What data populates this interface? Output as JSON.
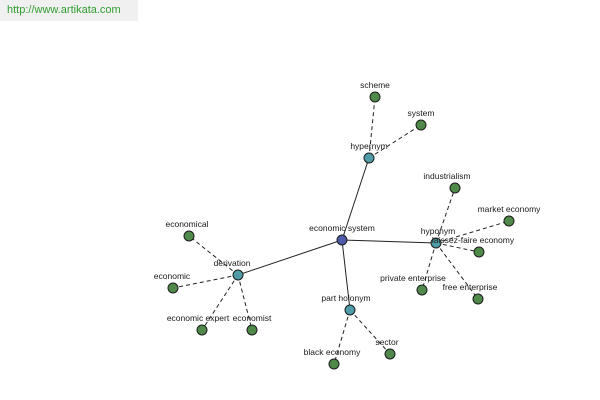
{
  "header": {
    "url": "http://www.artikata.com"
  },
  "colors": {
    "center": "#4d5aa8",
    "relation": "#4f9ca8",
    "leaf": "#4f8a4a",
    "url_text": "#2f9e2f",
    "url_bg": "#f0f0f0"
  },
  "graph": {
    "center": "economic system",
    "relations": [
      {
        "label": "hypernym",
        "terms": [
          "scheme",
          "system"
        ]
      },
      {
        "label": "hyponym",
        "terms": [
          "industrialism",
          "market economy",
          "laissez-faire economy",
          "private enterprise",
          "free enterprise"
        ]
      },
      {
        "label": "derivation",
        "terms": [
          "economical",
          "economic",
          "economic expert",
          "economist"
        ]
      },
      {
        "label": "part holonym",
        "terms": [
          "black economy",
          "sector"
        ]
      }
    ]
  }
}
